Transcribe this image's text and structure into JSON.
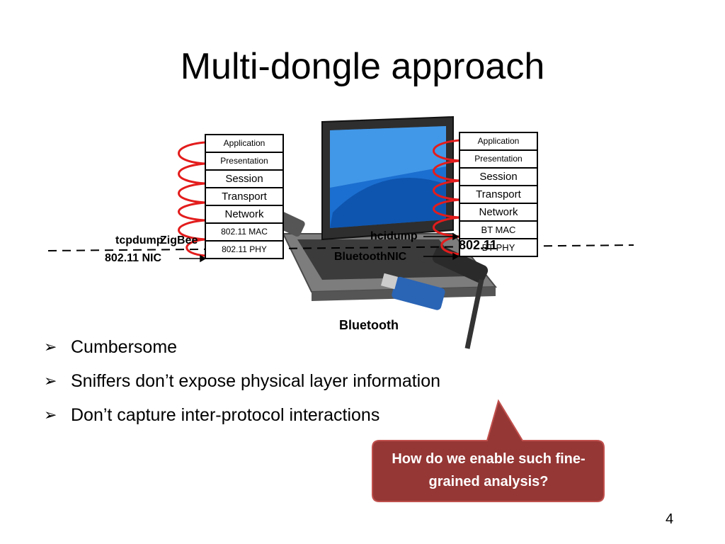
{
  "slide": {
    "title": "Multi-dongle approach",
    "page_number": "4"
  },
  "left_stack": [
    "Application",
    "Presentation",
    "Session",
    "Transport",
    "Network",
    "802.11 MAC",
    "802.11 PHY"
  ],
  "right_stack": [
    "Application",
    "Presentation",
    "Session",
    "Transport",
    "Network",
    "BT MAC",
    "BT PHY"
  ],
  "labels": {
    "tcpdump": "tcpdump",
    "zigbee": "ZigBee",
    "nic_80211": "802.11 NIC",
    "hcidump": "hcidump",
    "bluetooth_nic": "BluetoothNIC",
    "overlap_80211": "802.11",
    "bluetooth": "Bluetooth"
  },
  "bullets": [
    "Cumbersome",
    "Sniffers don’t expose physical layer information",
    "Don’t capture inter-protocol interactions"
  ],
  "callout": "How do we enable such fine-grained analysis?",
  "colors": {
    "callout_fill": "#953735",
    "callout_border": "#b85450",
    "wave": "#e31c1c"
  }
}
